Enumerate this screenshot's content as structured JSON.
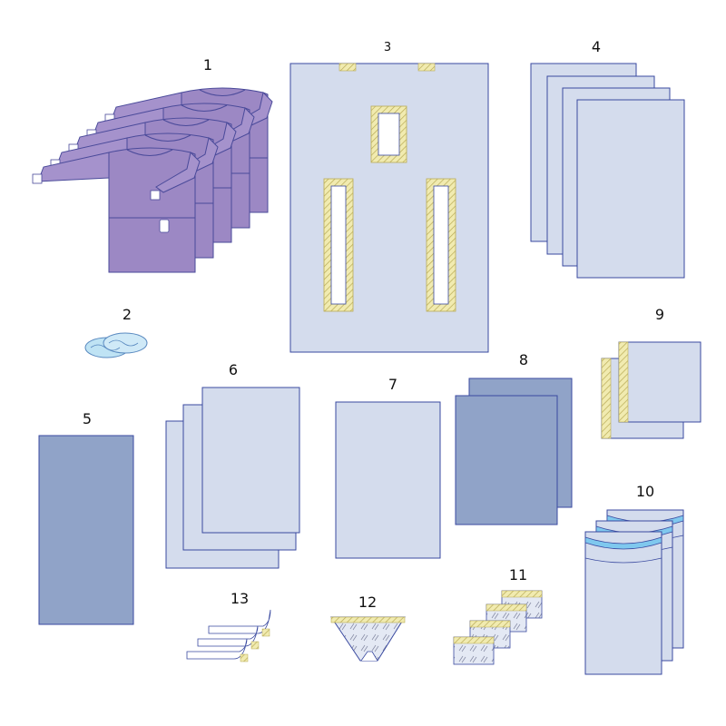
{
  "colors": {
    "gown": "#9c88c4",
    "gown_stroke": "#4a4a9a",
    "drape_light": "#d4dced",
    "drape_mid": "#90a3c8",
    "drape_stroke": "#3a4aa0",
    "tape": "#f1ebb0",
    "tape_hatch": "#b8aa55",
    "pocket_blue": "#7fc8ee"
  },
  "items": [
    {
      "number": "1",
      "icon": "gown-icon"
    },
    {
      "number": "2",
      "icon": "shoe-cover-icon"
    },
    {
      "number": "3",
      "icon": "drape-with-fenestrations-icon"
    },
    {
      "number": "4",
      "icon": "stacked-drapes-icon"
    },
    {
      "number": "5",
      "icon": "drape-icon"
    },
    {
      "number": "6",
      "icon": "stacked-drapes-icon"
    },
    {
      "number": "7",
      "icon": "drape-icon"
    },
    {
      "number": "8",
      "icon": "stacked-drapes-icon"
    },
    {
      "number": "9",
      "icon": "adhesive-drape-icon"
    },
    {
      "number": "10",
      "icon": "instrument-pocket-icon"
    },
    {
      "number": "11",
      "icon": "adhesive-pouch-icon"
    },
    {
      "number": "12",
      "icon": "fluid-pouch-icon"
    },
    {
      "number": "13",
      "icon": "adhesive-tape-icon"
    }
  ]
}
